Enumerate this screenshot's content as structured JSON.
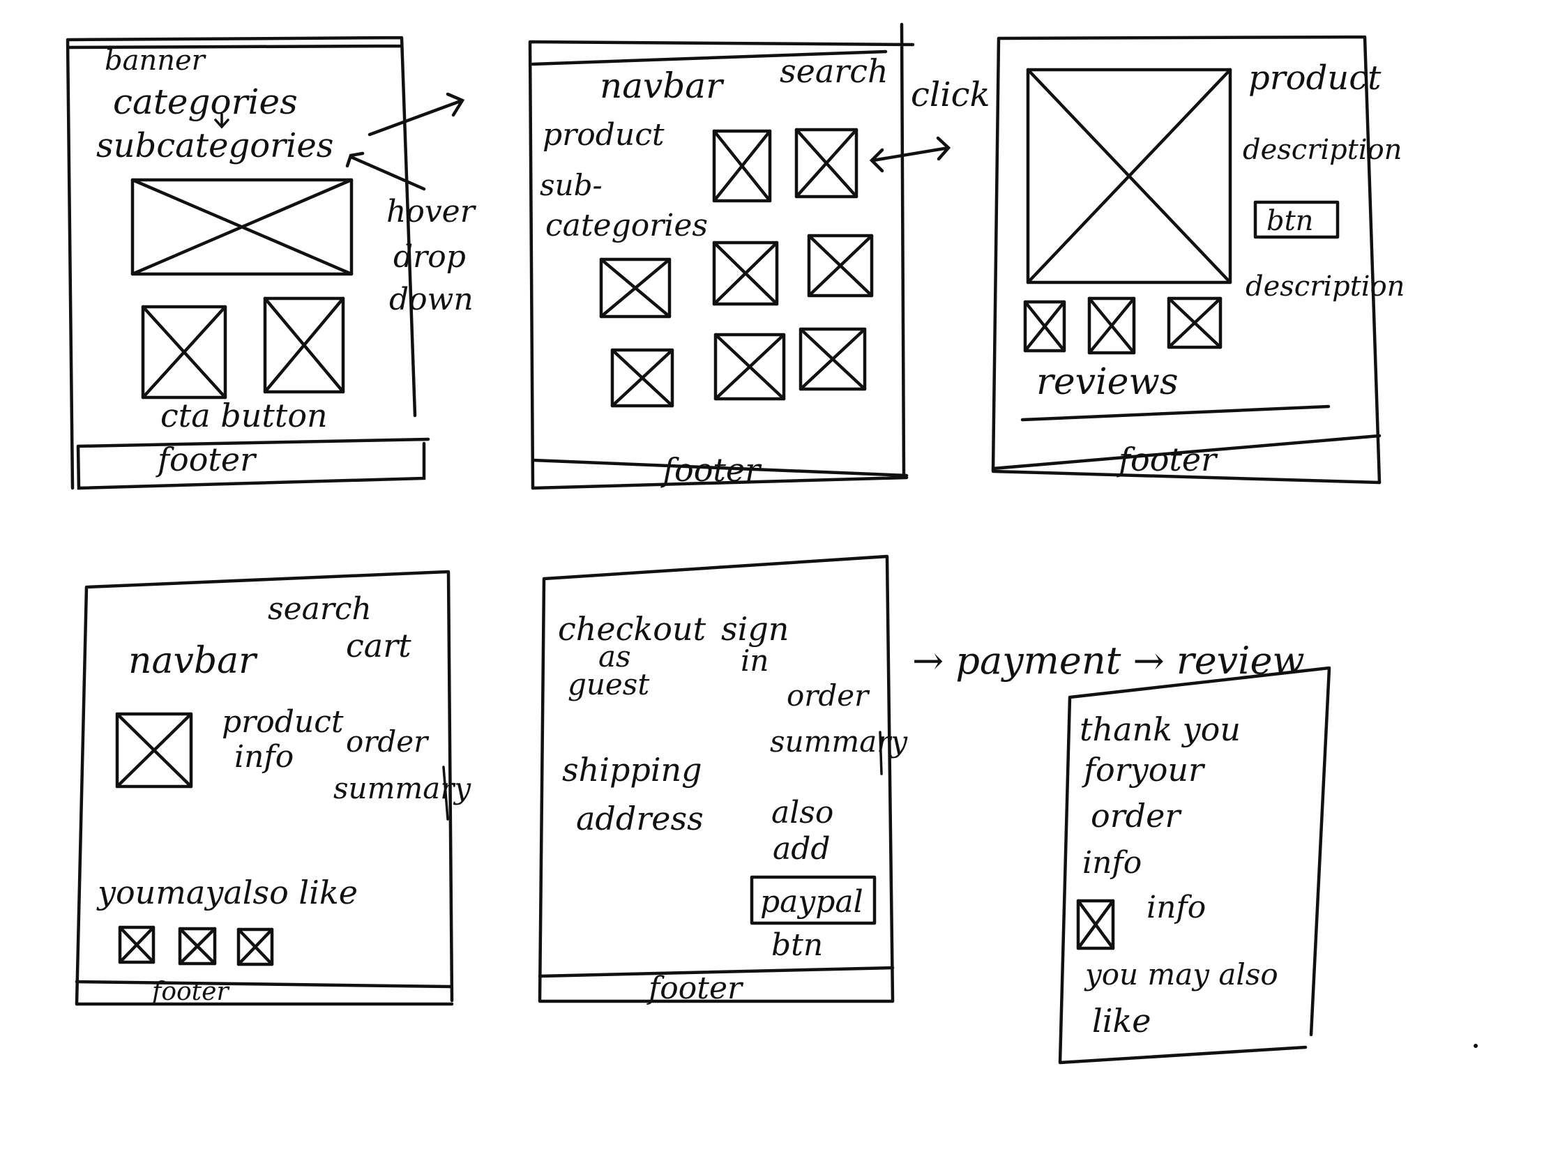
{
  "sketch1": {
    "banner": "banner",
    "categories": "categories",
    "subcategories": "subcategories",
    "cta": "cta button",
    "footer": "footer",
    "note": [
      "hover",
      "drop",
      "down"
    ]
  },
  "sketch2": {
    "navbar": "navbar",
    "search": "search",
    "product": "product",
    "subcat": [
      "sub-",
      "categories"
    ],
    "footer": "footer",
    "click": "click"
  },
  "sketch3": {
    "product": "product",
    "description1": "description",
    "btn": "btn",
    "description2": "description",
    "reviews": "reviews",
    "footer": "footer"
  },
  "sketch4": {
    "search": "search",
    "navbar": "navbar",
    "cart": "cart",
    "product_info": [
      "product",
      "info"
    ],
    "order_summary": [
      "order",
      "summary"
    ],
    "you_may_also_like": "youmayalso like",
    "footer": "footer"
  },
  "sketch5": {
    "checkout_guest": [
      "checkout",
      "as",
      "guest"
    ],
    "sign_in": [
      "sign",
      "in"
    ],
    "order_summary": [
      "order",
      "summary"
    ],
    "shipping_address": [
      "shipping",
      "address"
    ],
    "also_add": [
      "also",
      "add"
    ],
    "paypal": "paypal",
    "btn": "btn",
    "footer": "footer"
  },
  "flow": {
    "text": "→ payment → review"
  },
  "sketch6": {
    "thank_you": [
      "thank you",
      "foryour",
      "order",
      "info"
    ],
    "info": "info",
    "you_may_also_like": [
      "you may also",
      "like"
    ]
  }
}
